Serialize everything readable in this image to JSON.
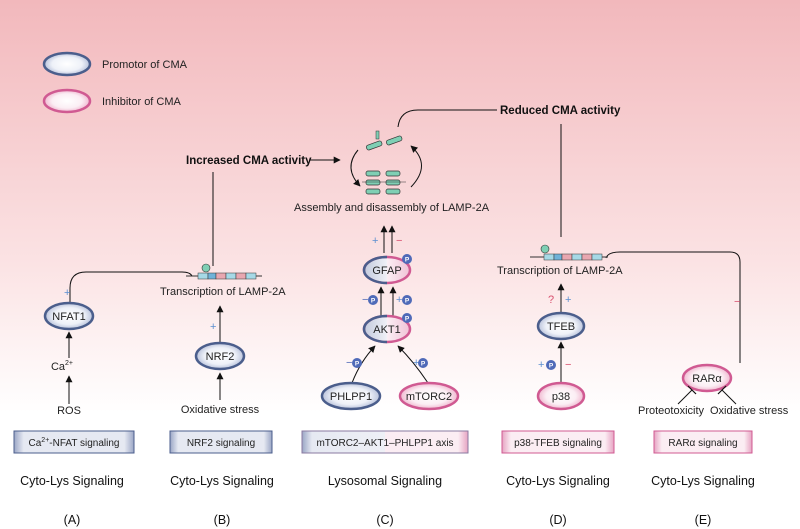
{
  "legend": {
    "promoter": "Promotor of CMA",
    "inhibitor": "Inhibitor of CMA"
  },
  "outcomes": {
    "increased": "Increased CMA activity",
    "reduced": "Reduced CMA activity"
  },
  "process": {
    "assembly": "Assembly and disassembly of LAMP-2A",
    "transcription": "Transcription of LAMP-2A"
  },
  "inputs": {
    "ros": "ROS",
    "ca": "Ca",
    "ca_sup": "2+",
    "oxidative": "Oxidative stress",
    "proteotoxicity": "Proteotoxicity"
  },
  "nodes": {
    "nfat1": "NFAT1",
    "nrf2": "NRF2",
    "gfap": "GFAP",
    "akt1": "AKT1",
    "phlpp1": "PHLPP1",
    "mtorc2": "mTORC2",
    "tfeb": "TFEB",
    "p38": "p38",
    "rara": "RARα"
  },
  "signs": {
    "plus": "+",
    "minus": "−",
    "question": "?",
    "p": "P"
  },
  "pathways": {
    "a": "-NFAT signaling",
    "a_prefix": "Ca",
    "a_sup": "2+",
    "b": "NRF2 signaling",
    "c": "mTORC2–AKT1–PHLPP1 axis",
    "d": "p38-TFEB signaling",
    "e": "RARα signaling"
  },
  "categories": {
    "a": "Cyto-Lys Signaling",
    "b": "Cyto-Lys Signaling",
    "c": "Lysosomal Signaling",
    "d": "Cyto-Lys Signaling",
    "e": "Cyto-Lys Signaling"
  },
  "panels": {
    "a": "(A)",
    "b": "(B)",
    "c": "(C)",
    "d": "(D)",
    "e": "(E)"
  },
  "colors": {
    "promoter_border": "#4b5e8c",
    "inhibitor_border": "#d05a92",
    "background_top": "#f2b8bc",
    "lamp_teal": "#7fcfb4",
    "phospho": "#4f6ab8",
    "plus_blue": "#5b8fd0",
    "minus_red": "#d8506f"
  }
}
